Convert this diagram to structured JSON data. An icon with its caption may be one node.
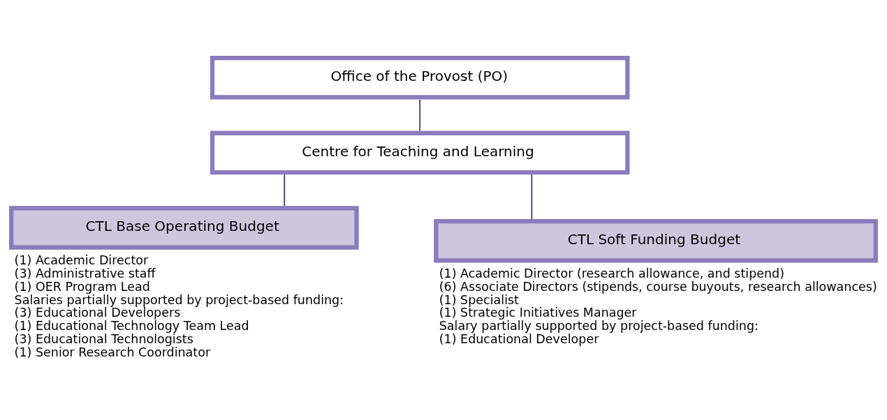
{
  "diagram": {
    "nodes": [
      {
        "text": [
          "Office of the Provost (PO)"
        ]
      },
      {
        "text": [
          "Centre for Teaching and Learning"
        ]
      },
      {
        "text": [
          "CTL Base Operating Budget"
        ],
        "beside": [
          "(1) Academic Director",
          "(3) Administrative staff",
          "(1) OER Program Lead",
          "Salaries partially supported by project-based funding:",
          "(3) Educational Developers",
          "(1) Educational Technology Team Lead",
          "(3) Educational Technologists",
          "(1) Senior Research Coordinator"
        ]
      },
      {
        "text": [
          "CTL Soft Funding Budget"
        ],
        "beside": [
          "(1) Academic Director (research allowance, and stipend)",
          "(6) Associate Directors (stipends, course buyouts, research allowances)",
          "(1) Specialist",
          "(1) Strategic Initiatives Manager",
          "Salary partially supported by project-based funding:",
          "(1) Educational Developer"
        ]
      }
    ],
    "edges": [
      {
        "from": 0,
        "to": 1,
        "arrow": "none"
      },
      {
        "from": 1,
        "to": 2,
        "arrow": "none"
      },
      {
        "from": 1,
        "to": 3,
        "arrow": "none"
      }
    ]
  }
}
